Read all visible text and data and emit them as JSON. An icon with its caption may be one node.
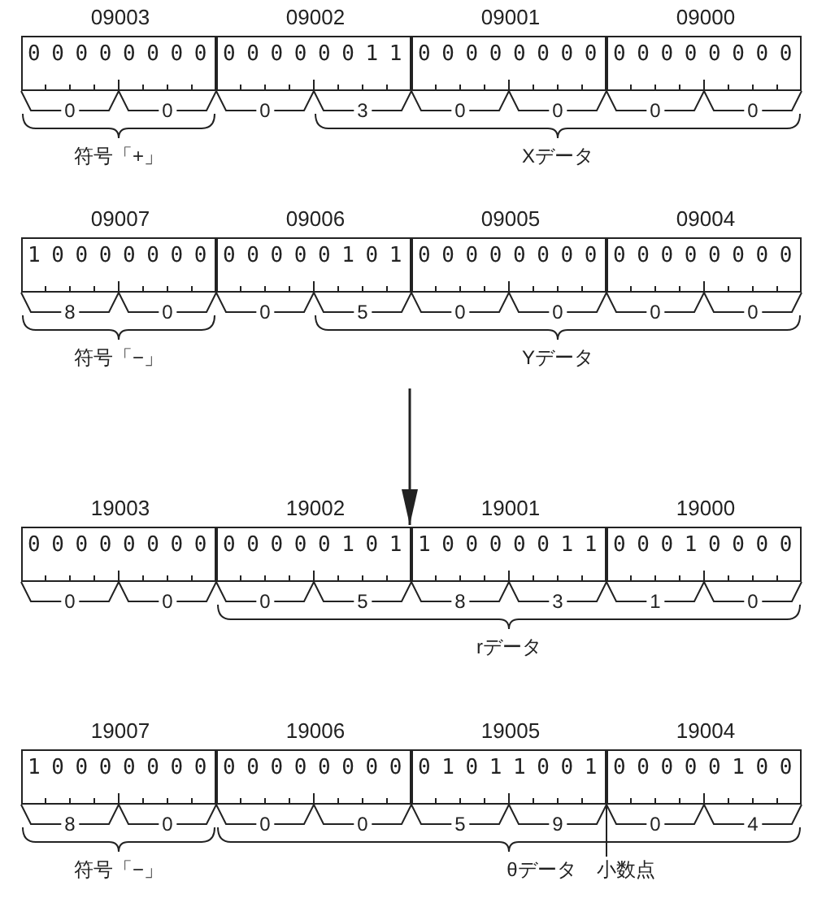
{
  "diagram": {
    "nodes": [
      {
        "text": [
          "09003",
          "00000000"
        ]
      },
      {
        "text": [
          "09002",
          "00000011"
        ]
      },
      {
        "text": [
          "09001",
          "00000000"
        ]
      },
      {
        "text": [
          "09000",
          "00000000"
        ]
      },
      {
        "text": [
          "09007",
          "10000000"
        ]
      },
      {
        "text": [
          "09006",
          "00000101"
        ]
      },
      {
        "text": [
          "09005",
          "00000000"
        ]
      },
      {
        "text": [
          "09004",
          "00000000"
        ]
      },
      {
        "text": [
          "19003",
          "00000000"
        ]
      },
      {
        "text": [
          "19002",
          "00000101"
        ]
      },
      {
        "text": [
          "19001",
          "10000011"
        ]
      },
      {
        "text": [
          "19000",
          "00010000"
        ]
      },
      {
        "text": [
          "19007",
          "10000000"
        ]
      },
      {
        "text": [
          "19006",
          "00000000"
        ]
      },
      {
        "text": [
          "19005",
          "01011001"
        ]
      },
      {
        "text": [
          "19004",
          "00000100"
        ]
      },
      {
        "text": [
          "小数点"
        ]
      }
    ],
    "edges": [
      {
        "from": null,
        "to": 9,
        "arrow": "to"
      },
      {
        "from": 16,
        "to": 14,
        "arrow": "none"
      }
    ],
    "labels": [
      "0",
      "0",
      "0",
      "3",
      "0",
      "0",
      "0",
      "0",
      "符号「+」",
      "Xデータ",
      "8",
      "0",
      "0",
      "5",
      "0",
      "0",
      "0",
      "0",
      "符号「−」",
      "Yデータ",
      "0",
      "0",
      "0",
      "5",
      "8",
      "3",
      "1",
      "0",
      "rデータ",
      "8",
      "0",
      "0",
      "0",
      "5",
      "9",
      "0",
      "4",
      "符号「−」",
      "θデータ"
    ]
  }
}
